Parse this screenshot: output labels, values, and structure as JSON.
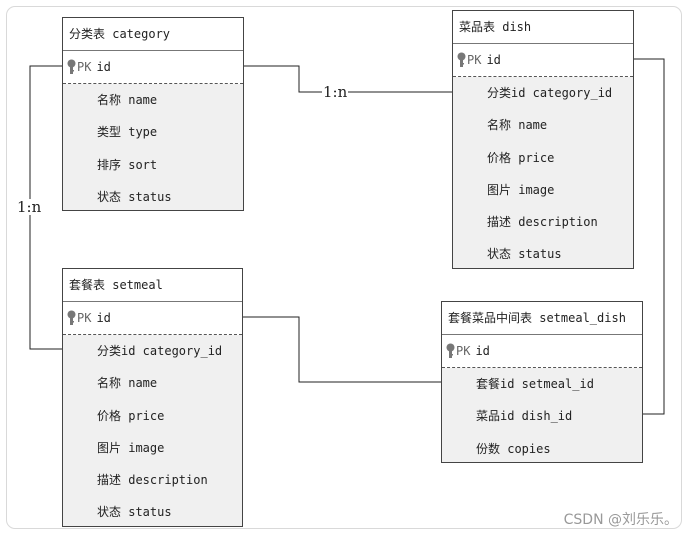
{
  "entities": {
    "category": {
      "title": "分类表 category",
      "pk_label": "PK",
      "pk_field": "id",
      "fields": [
        "名称 name",
        "类型 type",
        "排序 sort",
        "状态 status"
      ]
    },
    "dish": {
      "title": "菜品表 dish",
      "pk_label": "PK",
      "pk_field": "id",
      "fields": [
        "分类id category_id",
        "名称 name",
        "价格 price",
        "图片 image",
        "描述 description",
        "状态 status"
      ]
    },
    "setmeal": {
      "title": "套餐表 setmeal",
      "pk_label": "PK",
      "pk_field": "id",
      "fields": [
        "分类id category_id",
        "名称 name",
        "价格 price",
        "图片 image",
        "描述 description",
        "状态 status"
      ]
    },
    "setmeal_dish": {
      "title": "套餐菜品中间表 setmeal_dish",
      "pk_label": "PK",
      "pk_field": "id",
      "fields": [
        "套餐id setmeal_id",
        "菜品id dish_id",
        "份数 copies"
      ]
    }
  },
  "relations": {
    "category_dish": "1:n",
    "category_setmeal": "1:n"
  },
  "watermark": "CSDN @刘乐乐。",
  "key_icon": "key-icon"
}
